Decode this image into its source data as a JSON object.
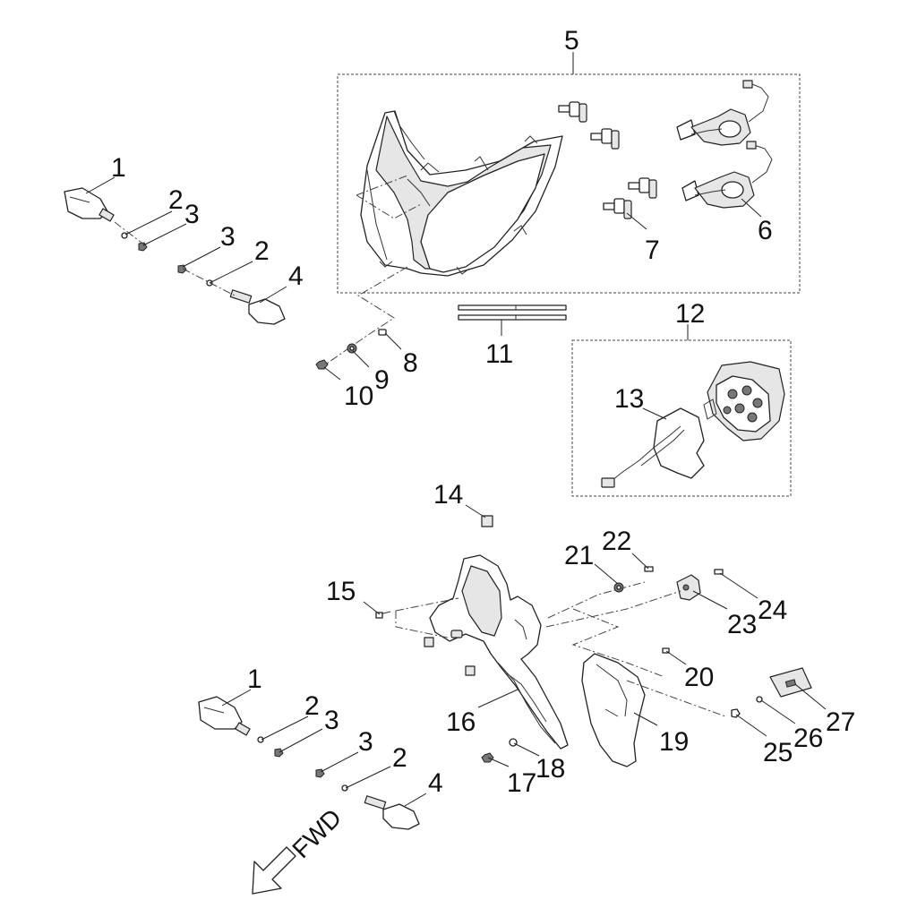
{
  "diagram": {
    "labels": {
      "p1a": "1",
      "p2a": "2",
      "p3a": "3",
      "p3b": "3",
      "p2b": "2",
      "p4a": "4",
      "p5": "5",
      "p6": "6",
      "p7": "7",
      "p8": "8",
      "p9": "9",
      "p10": "10",
      "p11": "11",
      "p12": "12",
      "p13": "13",
      "p14": "14",
      "p15": "15",
      "p16": "16",
      "p17": "17",
      "p18": "18",
      "p19": "19",
      "p20": "20",
      "p21": "21",
      "p22": "22",
      "p23": "23",
      "p24": "24",
      "p25": "25",
      "p26": "26",
      "p27": "27",
      "p1b": "1",
      "p2c": "2",
      "p3c": "3",
      "p3d": "3",
      "p2d": "2",
      "p4b": "4"
    },
    "direction_label": "FWD"
  }
}
